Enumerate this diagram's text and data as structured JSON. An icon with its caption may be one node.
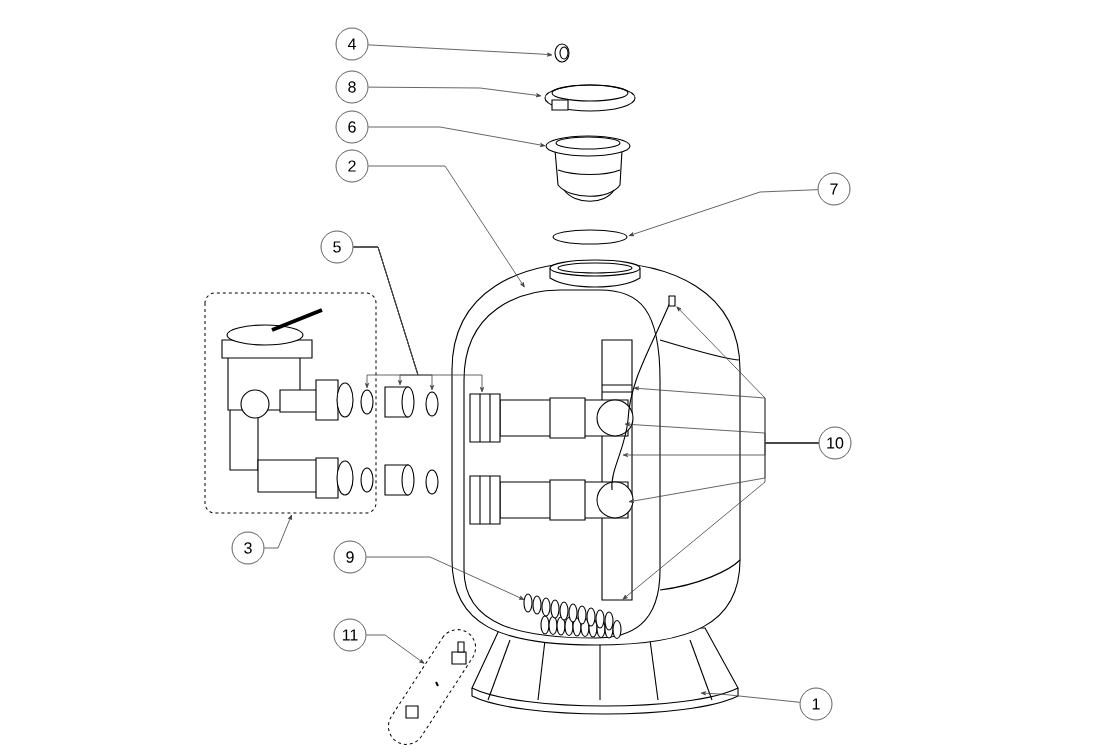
{
  "diagram": {
    "nodes": [
      {
        "text": [
          "4"
        ]
      },
      {
        "text": [
          "8"
        ]
      },
      {
        "text": [
          "6"
        ]
      },
      {
        "text": [
          "2"
        ]
      },
      {
        "text": [
          "7"
        ]
      },
      {
        "text": [
          "5"
        ]
      },
      {
        "text": [
          "10"
        ]
      },
      {
        "text": [
          "3"
        ]
      },
      {
        "text": [
          "9"
        ]
      },
      {
        "text": [
          "11"
        ]
      },
      {
        "text": [
          "1"
        ]
      },
      {
        "text": [],
        "shape": "picture"
      },
      {
        "text": [],
        "shape": "picture"
      },
      {
        "text": [],
        "shape": "picture"
      },
      {
        "text": [],
        "shape": "circle"
      },
      {
        "text": [],
        "shape": "picture"
      },
      {
        "text": [],
        "shape": "box"
      },
      {
        "text": [],
        "shape": "circle",
        "in": 16
      },
      {
        "text": [],
        "shape": "cylinder"
      },
      {
        "text": [],
        "shape": "circle"
      },
      {
        "text": [],
        "shape": "picture",
        "in": 15
      },
      {
        "text": [],
        "shape": "picture",
        "in": 15
      },
      {
        "text": [],
        "shape": "picture",
        "in": 15
      },
      {
        "text": [],
        "shape": "capsule"
      },
      {
        "text": [],
        "shape": "picture"
      }
    ],
    "edges": [
      {
        "from": 0,
        "to": 11,
        "arrow": "to"
      },
      {
        "from": 1,
        "to": 12,
        "arrow": "to"
      },
      {
        "from": 2,
        "to": 13,
        "arrow": "to"
      },
      {
        "from": 3,
        "to": 15,
        "arrow": "to"
      },
      {
        "from": 4,
        "to": 14,
        "arrow": "to"
      },
      {
        "from": 5,
        "to": 17,
        "arrow": "to"
      },
      {
        "from": 5,
        "to": 18,
        "arrow": "to"
      },
      {
        "from": 5,
        "to": 19,
        "arrow": "to"
      },
      {
        "from": 5,
        "to": 20,
        "arrow": "to"
      },
      {
        "from": 6,
        "to": 21,
        "arrow": "to"
      },
      {
        "from": 6,
        "to": 20,
        "arrow": "to"
      },
      {
        "from": 6,
        "to": 20,
        "arrow": "to"
      },
      {
        "from": 6,
        "to": 21,
        "arrow": "to"
      },
      {
        "from": 6,
        "to": 20,
        "arrow": "to"
      },
      {
        "from": 6,
        "to": 20,
        "arrow": "to"
      },
      {
        "from": 7,
        "to": 16,
        "arrow": "to"
      },
      {
        "from": 8,
        "to": 22,
        "arrow": "to"
      },
      {
        "from": 9,
        "to": 23,
        "arrow": "to"
      },
      {
        "from": 10,
        "to": 24,
        "arrow": "to"
      }
    ]
  }
}
